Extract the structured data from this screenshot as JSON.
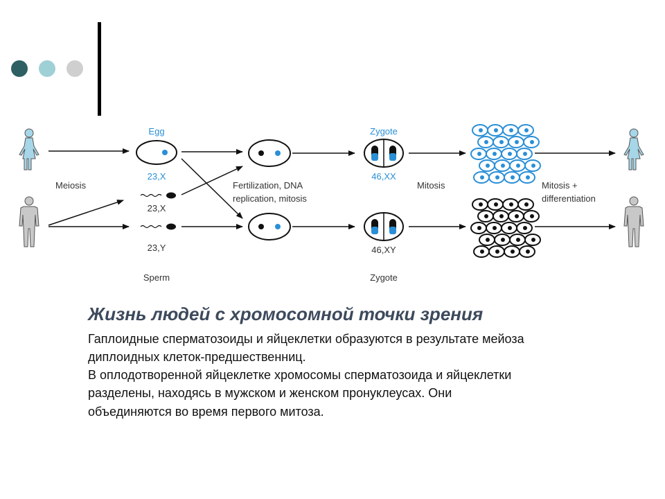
{
  "decor": {
    "dots": [
      "#2e5f63",
      "#9fd0d6",
      "#cfcfcf"
    ]
  },
  "diagram": {
    "egg_label": "Egg",
    "egg_count": "23,X",
    "sperm_x_count": "23,X",
    "sperm_y_count": "23,Y",
    "sperm_label": "Sperm",
    "meiosis_label": "Meiosis",
    "fertilization_line1": "Fertilization, DNA",
    "fertilization_line2": "replication, mitosis",
    "zygote_top_label": "Zygote",
    "zygote_top_count": "46,XX",
    "zygote_bottom_count": "46,XY",
    "zygote_bottom_label": "Zygote",
    "mitosis_label": "Mitosis",
    "mitosis_diff_line1": "Mitosis +",
    "mitosis_diff_line2": "differentiation",
    "colors": {
      "female": "#a6d6e8",
      "male": "#c8c8c8",
      "nucleus": "#2a8fd6"
    }
  },
  "text": {
    "heading": "Жизнь людей с хромосомной точки зрения",
    "para1_line1": "Гаплоидные сперматозоиды и яйцеклетки образуются в результате мейоза",
    "para1_line2": "диплоидных клеток-предшественниц.",
    "para2_line1": "В оплодотворенной яйцеклетке хромосомы сперматозоида и яйцеклетки",
    "para2_line2": "разделены, находясь в мужском и женском пронуклеусах. Они",
    "para2_line3": "объединяются во время первого митоза."
  }
}
